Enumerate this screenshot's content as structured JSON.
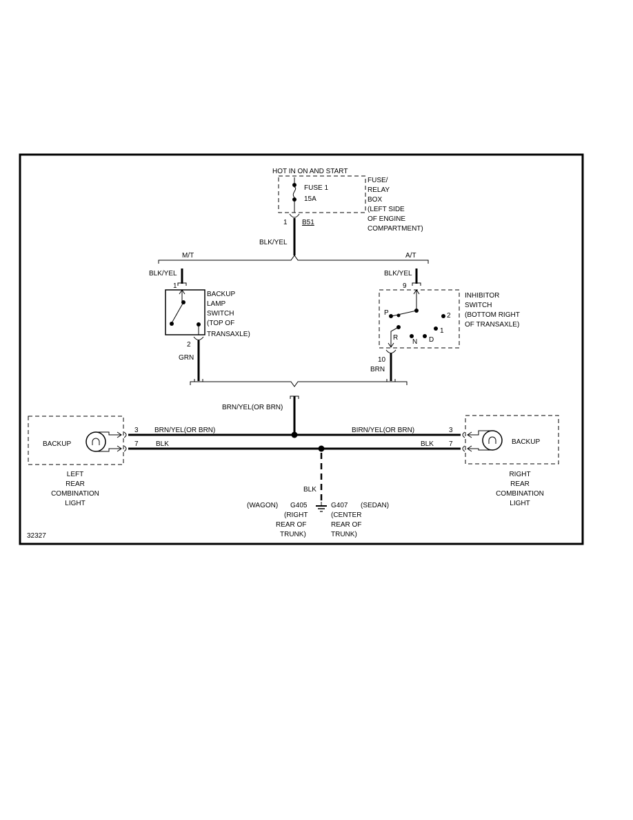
{
  "power": {
    "hot": "HOT IN ON AND START",
    "fuse_name": "FUSE 1",
    "fuse_rating": "15A",
    "box_label": [
      "FUSE/",
      "RELAY",
      "BOX",
      "(LEFT SIDE",
      "OF ENGINE",
      "COMPARTMENT)"
    ],
    "pin": "1",
    "connector": "B51",
    "wire": "BLK/YEL"
  },
  "branches": {
    "mt": "M/T",
    "at": "A/T"
  },
  "backup_switch": {
    "wire_in": "BLK/YEL",
    "pin_in": "1",
    "label": [
      "BACKUP",
      "LAMP",
      "SWITCH",
      "(TOP OF",
      "TRANSAXLE)"
    ],
    "pin_out": "2",
    "wire_out": "GRN"
  },
  "inhibitor": {
    "wire_in": "BLK/YEL",
    "pin_in": "9",
    "label": [
      "INHIBITOR",
      "SWITCH",
      "(BOTTOM RIGHT",
      "OF TRANSAXLE)"
    ],
    "positions": {
      "p": "P",
      "r": "R",
      "n": "N",
      "d": "D",
      "two": "2",
      "one": "1"
    },
    "pin_out": "10",
    "wire_out": "BRN"
  },
  "junction": {
    "wire": "BRN/YEL(OR BRN)"
  },
  "left_lamp": {
    "label": "BACKUP",
    "pin_feed": "3",
    "pin_ground": "7",
    "wire_feed": "BRN/YEL(OR BRN)",
    "wire_ground": "BLK",
    "caption": [
      "LEFT",
      "REAR",
      "COMBINATION",
      "LIGHT"
    ]
  },
  "right_lamp": {
    "label": "BACKUP",
    "pin_feed": "3",
    "pin_ground": "7",
    "wire_feed": "BIRN/YEL(OR BRN)",
    "wire_ground": "BLK",
    "caption": [
      "RIGHT",
      "REAR",
      "COMBINATION",
      "LIGHT"
    ]
  },
  "ground": {
    "wire": "BLK",
    "wagon": "(WAGON)",
    "g405": "G405",
    "g405_loc": [
      "(RIGHT",
      "REAR OF",
      "TRUNK)"
    ],
    "g407": "G407",
    "sedan": "(SEDAN)",
    "g407_loc": [
      "(CENTER",
      "REAR OF",
      "TRUNK)"
    ]
  },
  "figure_id": "32327"
}
